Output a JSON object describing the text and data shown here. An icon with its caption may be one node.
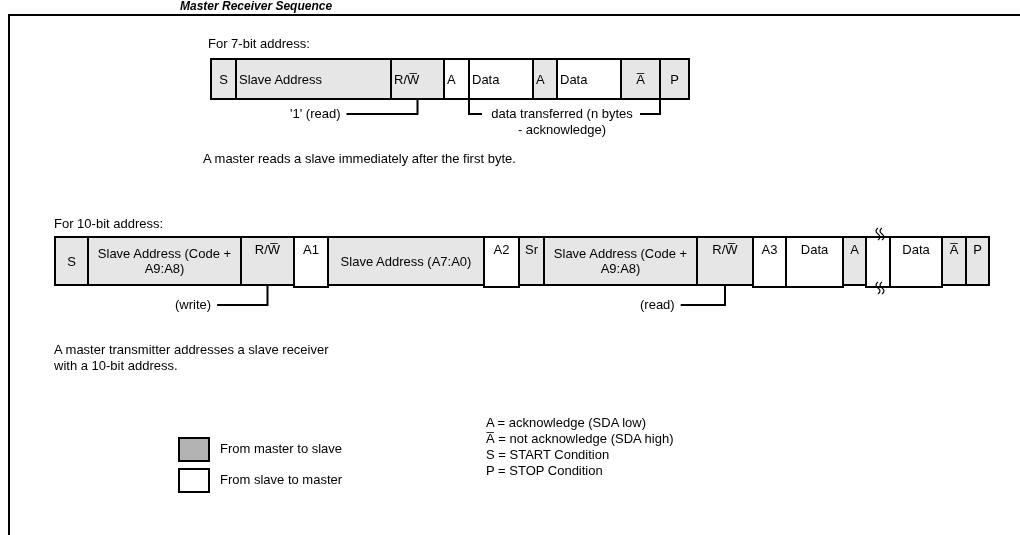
{
  "diagram": {
    "title": "Master Receiver Sequence",
    "nodes": [
      {
        "text": [
          "S"
        ]
      },
      {
        "text": [
          "Slave Address"
        ]
      },
      {
        "text": [
          "R/W̅"
        ]
      },
      {
        "text": [
          "A"
        ]
      },
      {
        "text": [
          "Data"
        ]
      },
      {
        "text": [
          "A"
        ]
      },
      {
        "text": [
          "Data"
        ]
      },
      {
        "text": [
          "A̅"
        ]
      },
      {
        "text": [
          "P"
        ]
      },
      {
        "text": [
          "'1' (read)"
        ]
      },
      {
        "text": [
          "S"
        ]
      },
      {
        "text": [
          "Slave Address (Code + A9:A8)"
        ]
      },
      {
        "text": [
          "R/W̅"
        ]
      },
      {
        "text": [
          "A1"
        ]
      },
      {
        "text": [
          "Slave Address (A7:A0)"
        ]
      },
      {
        "text": [
          "A2"
        ]
      },
      {
        "text": [
          "Sr"
        ]
      },
      {
        "text": [
          "Slave Address (Code + A9:A8)"
        ]
      },
      {
        "text": [
          "R/W̅"
        ]
      },
      {
        "text": [
          "A3"
        ]
      },
      {
        "text": [
          "Data"
        ]
      },
      {
        "text": [
          "A"
        ]
      },
      {
        "text": [],
        "shape": "box"
      },
      {
        "text": [
          "Data"
        ]
      },
      {
        "text": [
          "A̅"
        ]
      },
      {
        "text": [
          "P"
        ]
      },
      {
        "text": [
          "(write)"
        ]
      },
      {
        "text": [
          "(read)"
        ]
      }
    ],
    "edges": [
      {
        "from": 9,
        "to": 2,
        "arrow": "none"
      },
      {
        "from": 26,
        "to": 12,
        "arrow": "none"
      },
      {
        "from": 27,
        "to": 18,
        "arrow": "none"
      }
    ],
    "labels": [
      "For 7-bit address:",
      "data transferred (n bytes - acknowledge)",
      "A master reads a slave immediately after the first byte.",
      "For 10-bit address:",
      "A master transmitter addresses a slave receiver with a 10-bit address.",
      "A = acknowledge (SDA low)",
      "A̅ = not acknowledge (SDA high)",
      "S = START Condition",
      "P = STOP Condition"
    ],
    "legend": [
      {
        "text": "From master to slave",
        "color": "#b3b3b3"
      },
      {
        "text": "From slave to master",
        "color": "#ffffff"
      }
    ]
  }
}
